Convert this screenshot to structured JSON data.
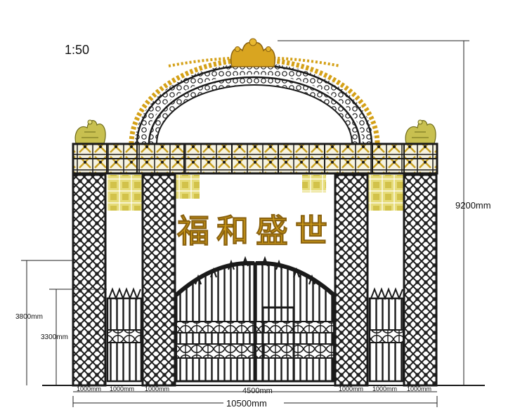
{
  "scale": "1:50",
  "sign_text": "福和盛世",
  "dimensions": {
    "total_height": "9200mm",
    "side_height": "3800mm",
    "gate_height": "3300mm",
    "total_width": "10500mm",
    "center_gate_width": "4500mm",
    "module_width": "1000mm"
  },
  "colors": {
    "iron": "#1a1a1a",
    "gold": "#d4a017",
    "gold_light": "#f0d060",
    "green_gold": "#c8c050",
    "dimension_line": "#222222"
  }
}
